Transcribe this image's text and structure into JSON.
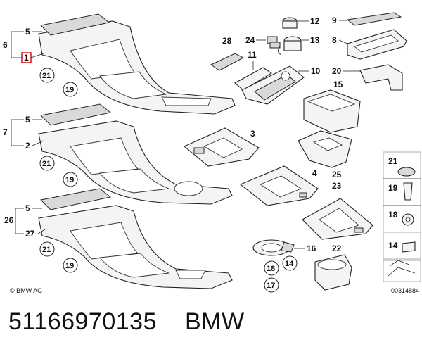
{
  "callouts": {
    "n1": "1",
    "n2": "2",
    "n3": "3",
    "n4": "4",
    "n5": "5",
    "n6": "6",
    "n7": "7",
    "n8": "8",
    "n9": "9",
    "n10": "10",
    "n11": "11",
    "n12": "12",
    "n13": "13",
    "n14": "14",
    "n15": "15",
    "n16": "16",
    "n17": "17",
    "n18": "18",
    "n19": "19",
    "n20": "20",
    "n21": "21",
    "n22": "22",
    "n23": "23",
    "n24": "24",
    "n25": "25",
    "n26": "26",
    "n27": "27",
    "n28": "28"
  },
  "copyright": "© BMW AG",
  "diagram_id": "00314884",
  "caption": {
    "part_number": "51166970135",
    "brand": "BMW"
  },
  "colors": {
    "highlight": "#d40000"
  }
}
